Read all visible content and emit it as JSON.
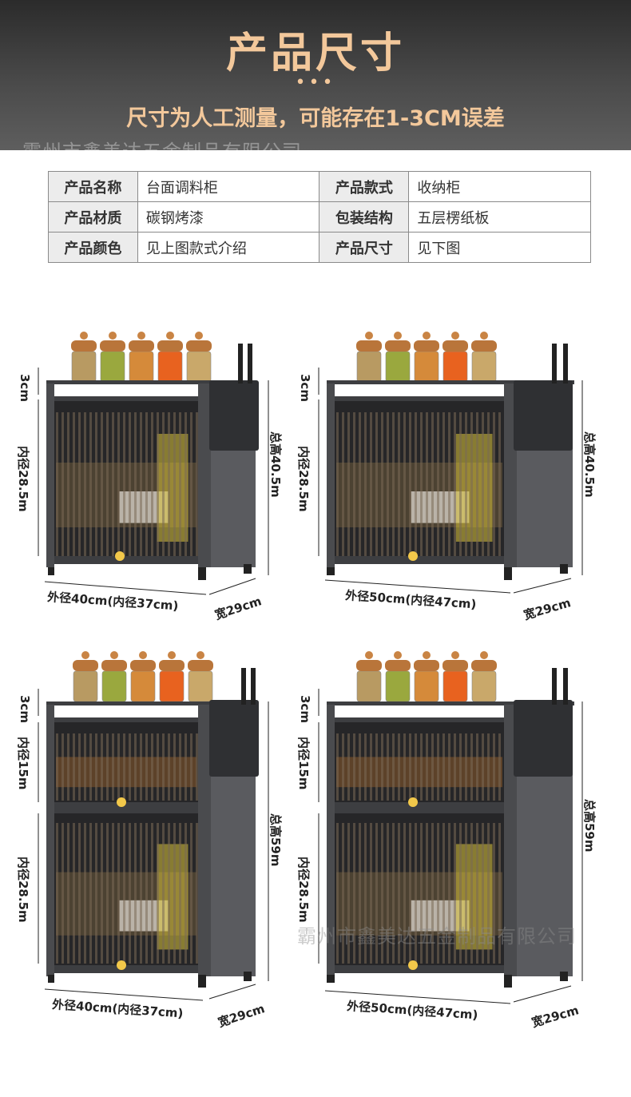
{
  "header": {
    "title": "产品尺寸",
    "dots": "•••",
    "subtitle": "尺寸为人工测量，可能存在1-3CM误差"
  },
  "watermark": "霸州市鑫美达五金制品有限公司",
  "spec_table": [
    {
      "k1": "产品名称",
      "v1": "台面调料柜",
      "k2": "产品款式",
      "v2": "收纳柜"
    },
    {
      "k1": "产品材质",
      "v1": "碳钢烤漆",
      "k2": "包装结构",
      "v2": "五层楞纸板"
    },
    {
      "k1": "产品颜色",
      "v1": "见上图款式介绍",
      "k2": "产品尺寸",
      "v2": "见下图"
    }
  ],
  "cabinets": [
    {
      "top": "3cm",
      "inner": "内径28.5m",
      "total": "总高40.5m",
      "width": "外径40cm(内径37cm)",
      "depth": "宽29cm"
    },
    {
      "top": "3cm",
      "inner": "内径28.5m",
      "total": "总高40.5m",
      "width": "外径50cm(内径47cm)",
      "depth": "宽29cm"
    },
    {
      "top": "3cm",
      "inner_upper": "内径15m",
      "inner": "内径28.5m",
      "total": "总高59m",
      "width": "外径40cm(内径37cm)",
      "depth": "宽29cm"
    },
    {
      "top": "3cm",
      "inner_upper": "内径15m",
      "inner": "内径28.5m",
      "total": "总高59m",
      "width": "外径50cm(内径47cm)",
      "depth": "宽29cm"
    }
  ],
  "colors": {
    "accent": "#f3c89b",
    "frame": "#4a4b4e",
    "jar_lid": "#b9753a"
  }
}
